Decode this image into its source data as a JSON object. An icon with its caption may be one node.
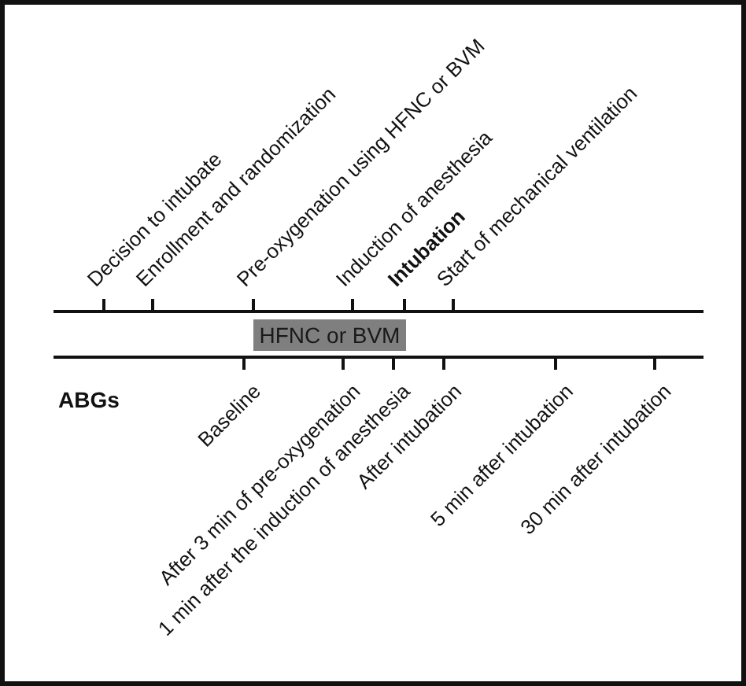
{
  "diagram": {
    "nodes": [
      {
        "text": [
          "HFNC or BVM"
        ]
      }
    ],
    "labels": [
      "Decision to intubate",
      "Enrollment and randomization",
      "Pre-oxygenation using HFNC or BVM",
      "Induction of anesthesia",
      "Intubation",
      "Start of mechanical ventilation",
      "ABGs",
      "Baseline",
      "After 3 min of pre-oxygenation",
      "1 min after the induction of anesthesia",
      "After intubation",
      "5 min after intubation",
      "30 min after intubation"
    ]
  }
}
